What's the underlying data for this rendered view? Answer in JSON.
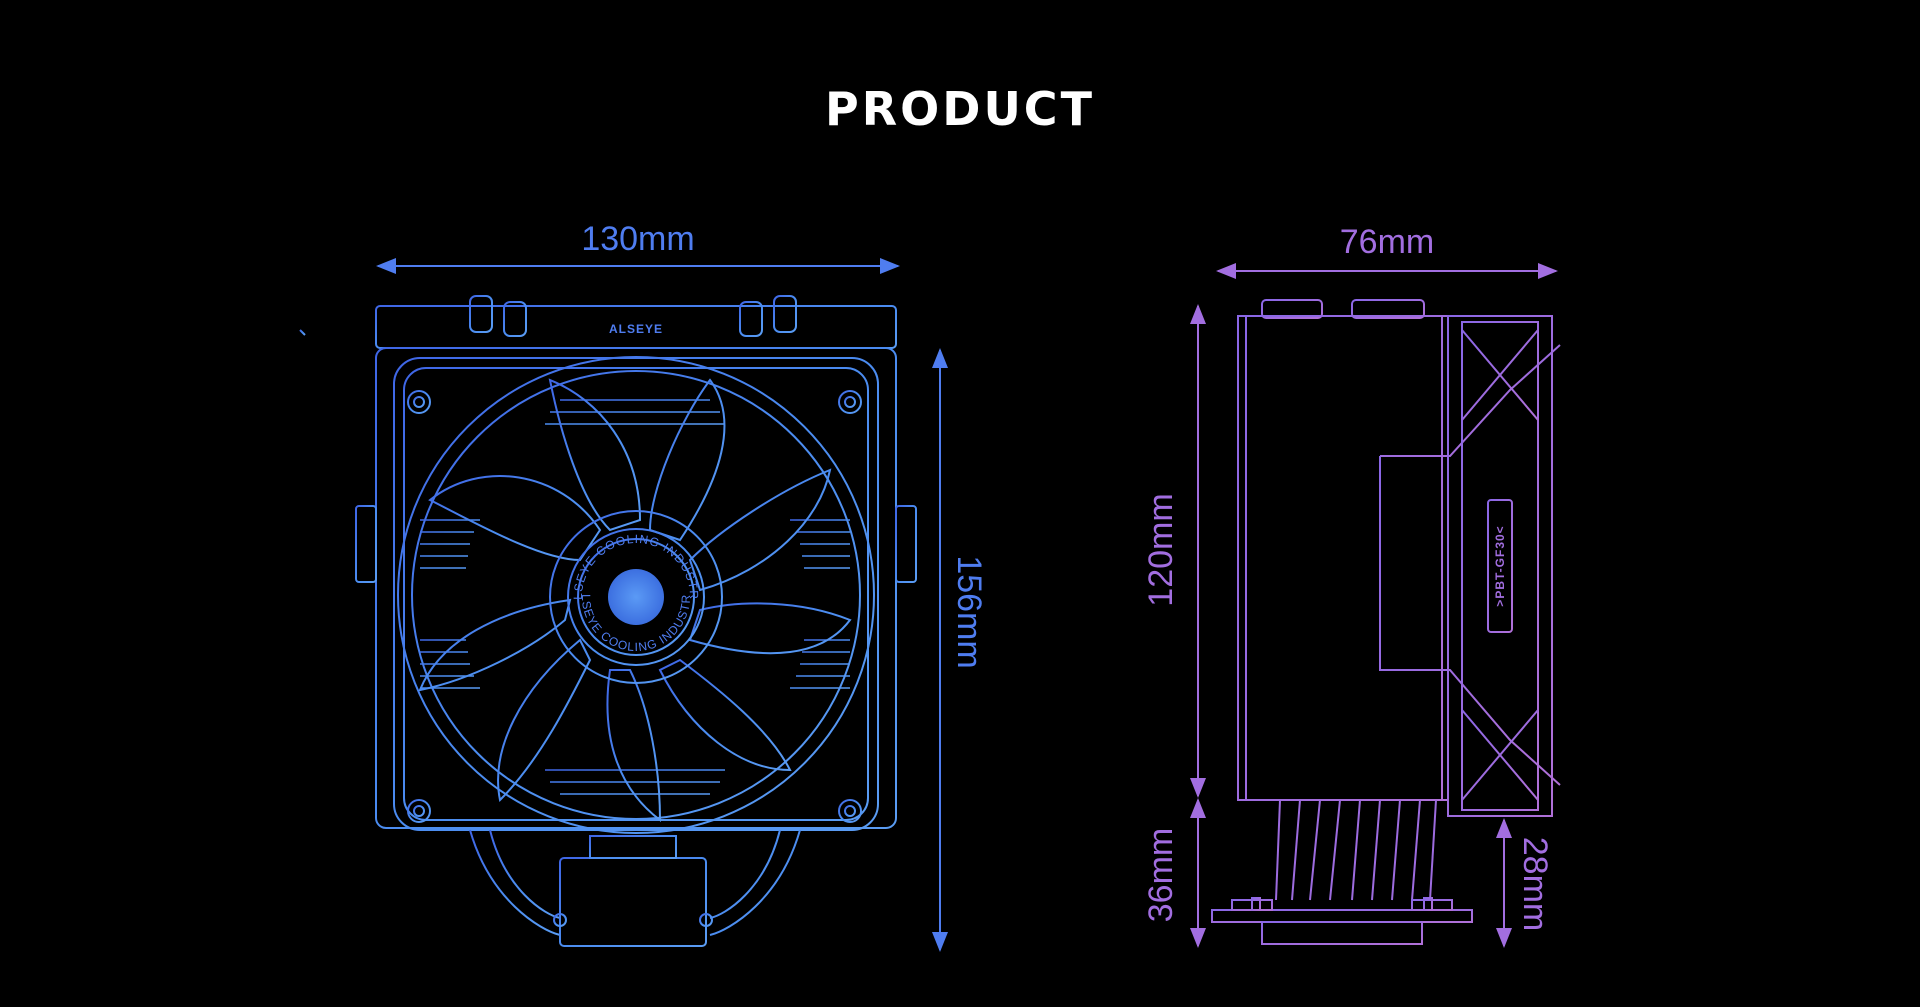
{
  "title": "PRODUCT",
  "colors": {
    "background": "#000000",
    "title": "#ffffff",
    "front_line": "#4f7df0",
    "side_line": "#a26ee0",
    "hub_fill": "#4a86f2"
  },
  "front_view": {
    "width_label": "130mm",
    "height_label": "156mm",
    "brand_mark": "ALSEYE",
    "hub_text_top": "ALSEYE COOLING INDUSTRY",
    "hub_text_bottom": "ALSEYE COOLING INDUSTRY"
  },
  "side_view": {
    "width_label": "76mm",
    "height_label": "120mm",
    "base_label": "36mm",
    "clearance_label": "28mm",
    "fan_model": ">PBT-GF30<"
  }
}
